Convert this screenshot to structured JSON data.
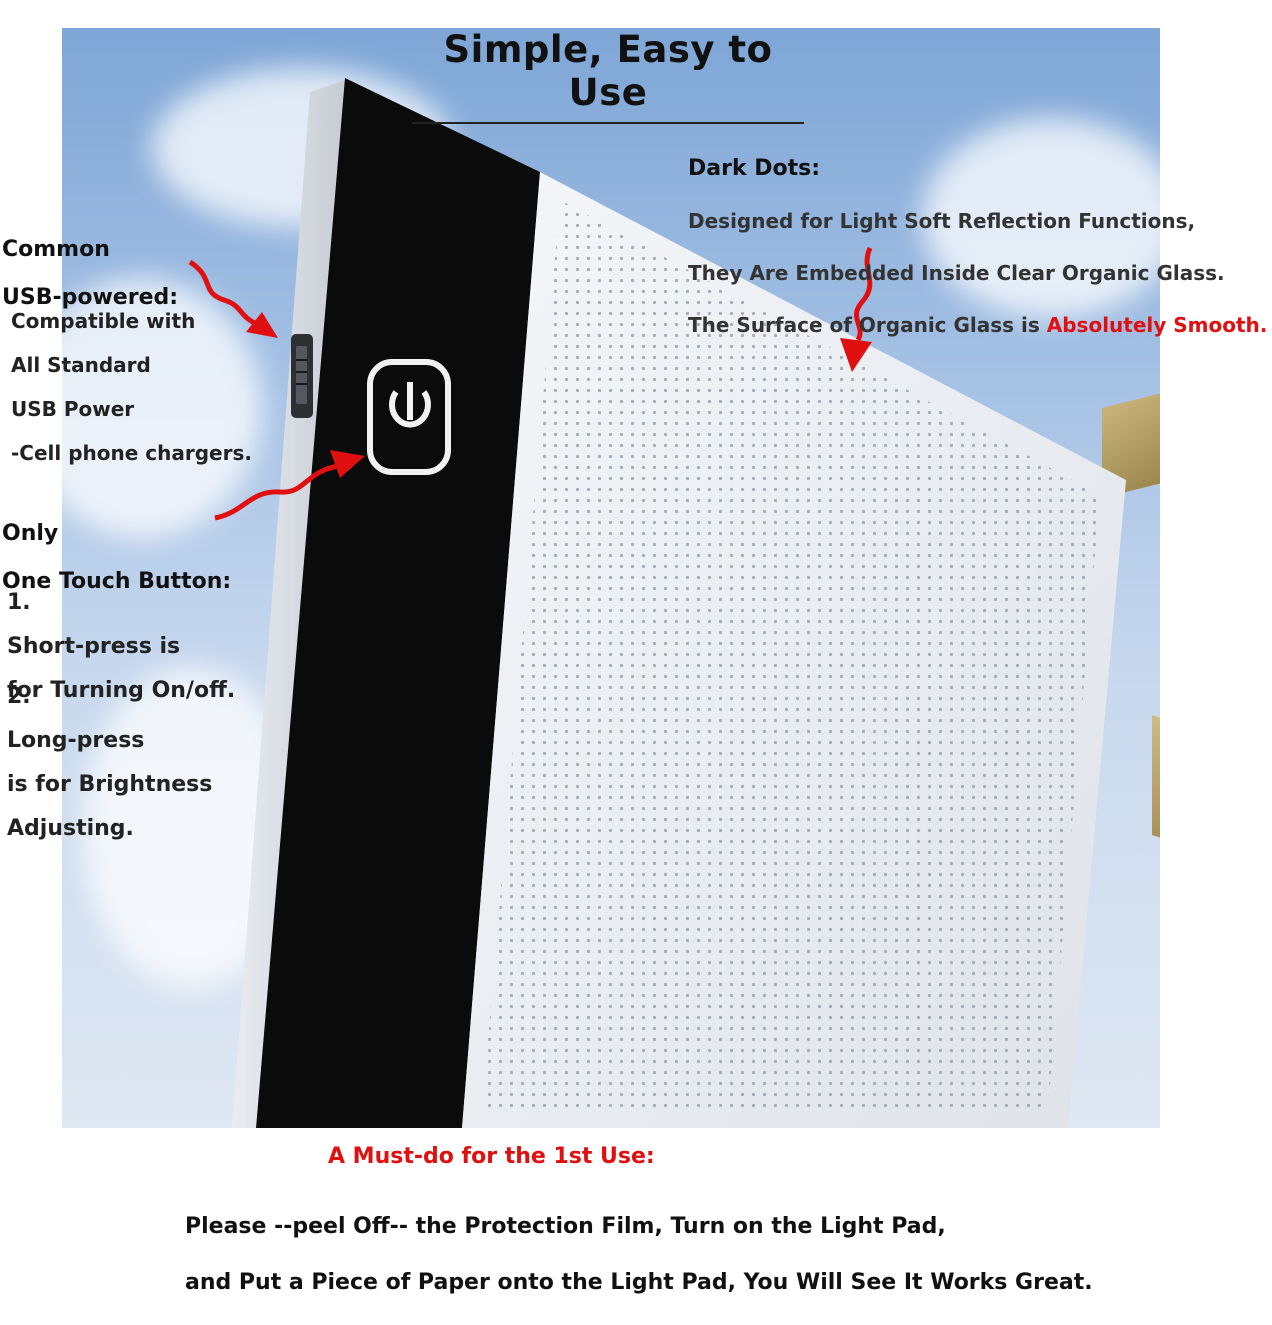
{
  "title": "Simple, Easy to Use",
  "usb": {
    "heading_line1": "Common",
    "heading_line2": "USB-powered:",
    "body_lines": [
      "Compatible with",
      "All Standard",
      "USB Power",
      "-Cell phone chargers."
    ]
  },
  "button": {
    "heading_line1": "Only",
    "heading_line2": "One Touch Button:",
    "item1_num": "1.",
    "item1_line1": "Short-press is",
    "item1_line2": "for Turning On/off.",
    "item2_num": "2.",
    "item2_line1": "Long-press",
    "item2_line2": "is for Brightness",
    "item2_line3": "Adjusting."
  },
  "dots": {
    "heading": "Dark Dots:",
    "line1": "Designed for Light Soft Reflection Functions,",
    "line2": "They Are Embedded Inside Clear Organic Glass.",
    "line3_prefix": "The Surface of Organic Glass is ",
    "line3_highlight": "Absolutely Smooth."
  },
  "first_use": {
    "heading": "A Must-do for the 1st Use:",
    "line1": "Please --peel Off-- the Protection Film, Turn on the Light Pad,",
    "line2": "and Put a Piece of Paper onto the Light Pad, You Will See It Works Great."
  },
  "colors": {
    "accent_red": "#e01010",
    "panel_black": "#0b0b0b",
    "pad_white": "#eef0f3"
  },
  "icons": {
    "power": "power-button-icon",
    "usb_port": "usb-port-icon"
  }
}
